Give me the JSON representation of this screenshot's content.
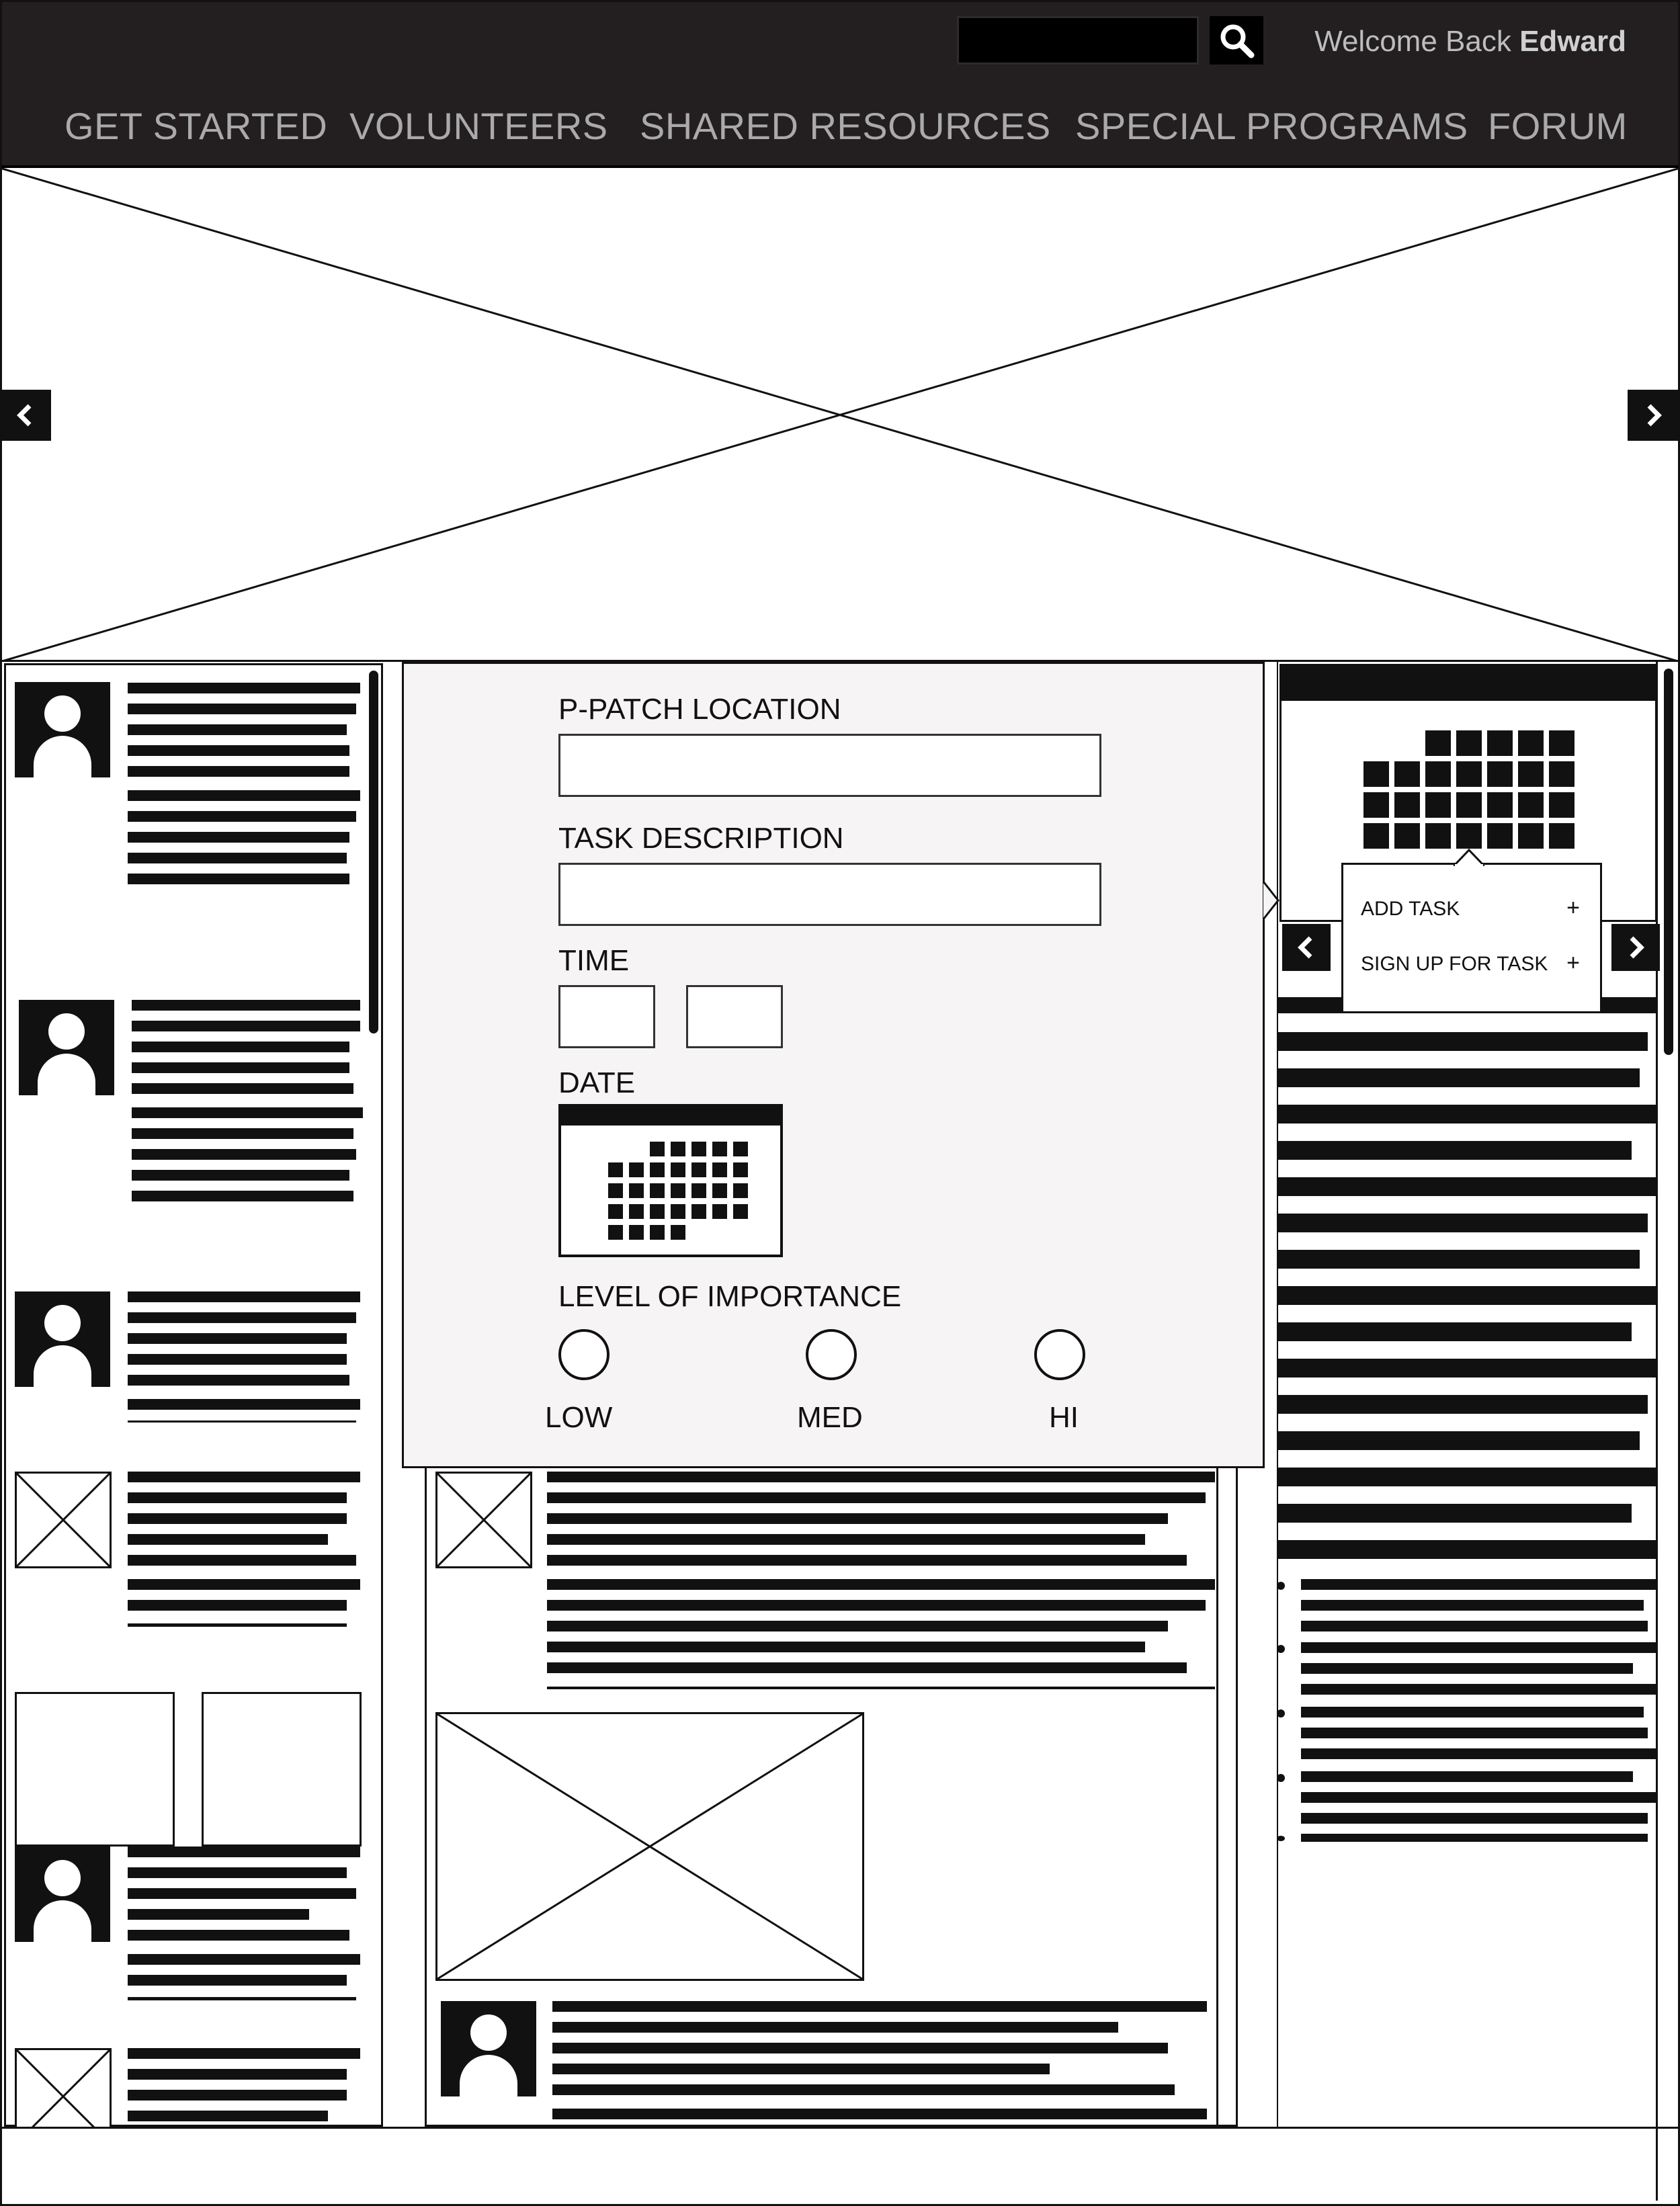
{
  "header": {
    "search": {
      "placeholder": ""
    },
    "welcome_prefix": "Welcome Back",
    "welcome_user": "Edward",
    "nav": [
      "GET STARTED",
      "VOLUNTEERS",
      "SHARED RESOURCES",
      "SPECIAL PROGRAMS",
      "FORUM"
    ]
  },
  "hero": {
    "prev_icon": "chevron-left-icon",
    "next_icon": "chevron-right-icon"
  },
  "task_form": {
    "location_label": "P-PATCH LOCATION",
    "location_value": "",
    "description_label": "TASK DESCRIPTION",
    "description_value": "",
    "time_label": "TIME",
    "date_label": "DATE",
    "importance_label": "LEVEL OF IMPORTANCE",
    "importance_options": [
      "LOW",
      "MED",
      "HI"
    ]
  },
  "calendar_popover": {
    "items": [
      {
        "label": "ADD TASK",
        "icon": "+"
      },
      {
        "label": "SIGN UP FOR TASK",
        "icon": "+"
      }
    ]
  },
  "colors": {
    "header_bg": "#231f20",
    "nav_text": "#aaaaaa",
    "modal_bg": "#f6f4f4",
    "ink": "#111111"
  }
}
